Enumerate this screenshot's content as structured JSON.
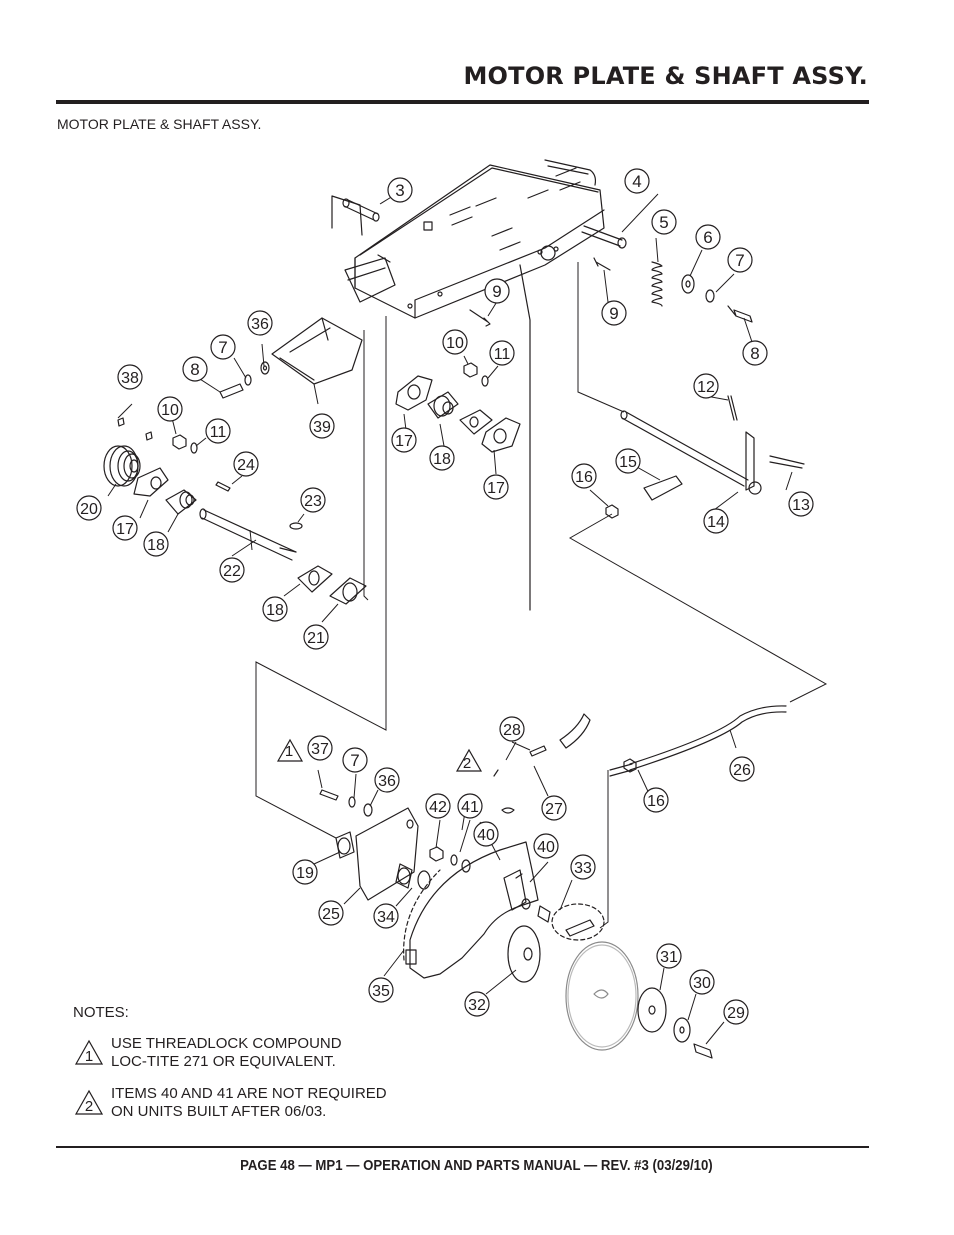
{
  "header": {
    "title": "MOTOR PLATE & SHAFT ASSY."
  },
  "section_label": "MOTOR PLATE & SHAFT ASSY.",
  "callouts": [
    "3",
    "4",
    "5",
    "6",
    "7",
    "8",
    "9",
    "9",
    "10",
    "11",
    "36",
    "7",
    "8",
    "38",
    "10",
    "11",
    "39",
    "17",
    "18",
    "17",
    "16",
    "15",
    "12",
    "14",
    "13",
    "24",
    "23",
    "20",
    "17",
    "18",
    "22",
    "18",
    "21",
    "1",
    "37",
    "7",
    "36",
    "2",
    "28",
    "27",
    "42",
    "41",
    "40",
    "40",
    "33",
    "26",
    "16",
    "19",
    "25",
    "34",
    "35",
    "32",
    "31",
    "30",
    "29"
  ],
  "notes": {
    "heading": "NOTES:",
    "items": [
      {
        "marker": "1",
        "lines": [
          "USE THREADLOCK COMPOUND",
          "LOC-TITE 271 OR EQUIVALENT."
        ]
      },
      {
        "marker": "2",
        "lines": [
          "ITEMS 40 AND 41 ARE NOT REQUIRED",
          "ON UNITS BUILT AFTER 06/03."
        ]
      }
    ]
  },
  "footer": {
    "text": "PAGE 48 — MP1 — OPERATION AND PARTS MANUAL — REV. #3  (03/29/10)"
  }
}
